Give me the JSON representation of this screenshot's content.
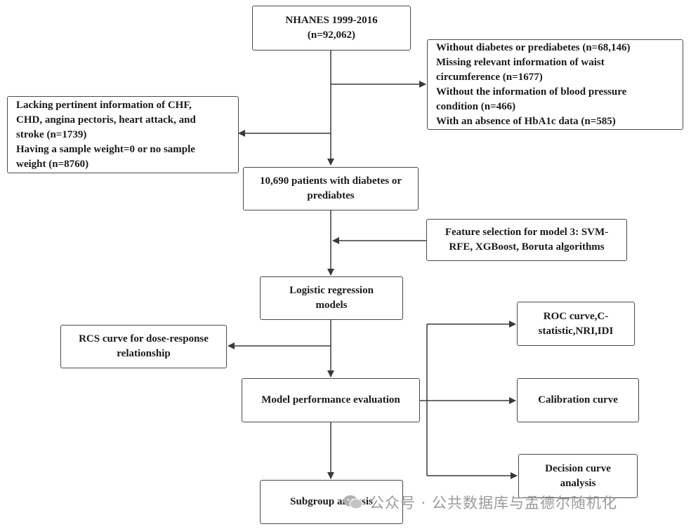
{
  "boxes": {
    "nhanes": [
      "NHANES 1999-2016",
      "(n=92,062)"
    ],
    "exclusion_right": [
      "Without diabetes or prediabetes (n=68,146)",
      "Missing relevant information of waist",
      "circumference (n=1677)",
      "Without the information of blood pressure",
      "condition (n=466)",
      "With an absence of HbA1c data (n=585)"
    ],
    "exclusion_left": [
      "Lacking pertinent information of CHF,",
      "CHD, angina pectoris, heart attack, and",
      "stroke (n=1739)",
      "Having a sample weight=0 or no sample",
      "weight (n=8760)"
    ],
    "patients": [
      "10,690 patients with diabetes or",
      "prediabtes"
    ],
    "feature_selection": [
      "Feature selection for model 3: SVM-",
      "RFE, XGBoost, Boruta algorithms"
    ],
    "logistic": [
      "Logistic regression",
      "models"
    ],
    "rcs": [
      "RCS curve for dose-response",
      "relationship"
    ],
    "roc": [
      "ROC curve,C-",
      "statistic,NRI,IDI"
    ],
    "performance": [
      "Model performance evaluation"
    ],
    "calibration": [
      "Calibration curve"
    ],
    "decision": [
      "Decision curve",
      "analysis"
    ],
    "subgroup": [
      "Subgroup analysis"
    ]
  },
  "watermark": "公众号 · 公共数据库与孟德尔随机化",
  "colors": {
    "line": "#3a3a3a",
    "border": "#4a4a4a",
    "watermark": "#9a9a9a"
  }
}
